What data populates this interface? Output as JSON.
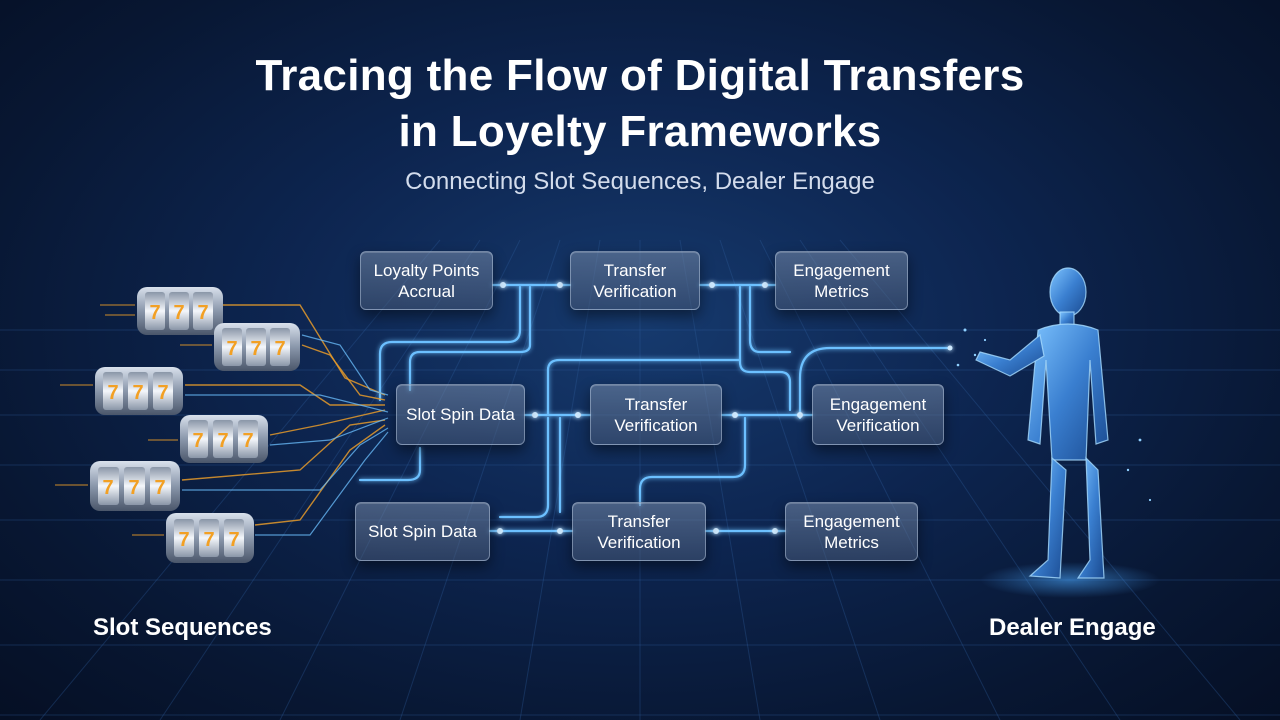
{
  "title": {
    "line1": "Tracing the Flow of Digital Transfers",
    "line2": "in Loyelty Frameworks"
  },
  "subtitle": "Connecting Slot Sequences, Dealer Engage",
  "nodes": {
    "loyalty_points": "Loyalty Points Accrual",
    "transfer_top": "Transfer Verification",
    "engagement_top": "Engagement Metrics",
    "slot_spin_mid": "Slot Spin Data",
    "transfer_mid": "Transfer Verification",
    "engagement_verification": "Engagement Verification",
    "slot_spin_bottom": "Slot Spin Data",
    "transfer_bottom": "Transfer Verification",
    "engagement_bottom": "Engagement Metrics"
  },
  "labels": {
    "left": "Slot Sequences",
    "right": "Dealer Engage"
  },
  "slot_symbol": "7",
  "colors": {
    "background": "#0d2550",
    "glow_line": "#5fb4ff",
    "orange_line": "#e59a2a",
    "slot_digit": "#f2a024"
  }
}
